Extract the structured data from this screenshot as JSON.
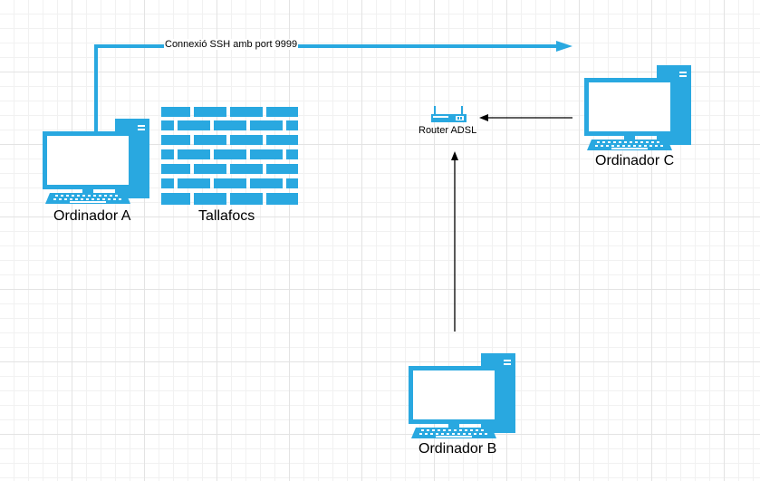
{
  "colors": {
    "accent": "#29a8e0",
    "edge": "#000000"
  },
  "nodes": {
    "computer_a": {
      "label": "Ordinador A",
      "icon": "desktop-computer-icon"
    },
    "firewall": {
      "label": "Tallafocs",
      "icon": "firewall-icon"
    },
    "router": {
      "label": "Router ADSL",
      "icon": "router-icon"
    },
    "computer_c": {
      "label": "Ordinador C",
      "icon": "desktop-computer-icon"
    },
    "computer_b": {
      "label": "Ordinador B",
      "icon": "desktop-computer-icon"
    }
  },
  "edges": {
    "ssh_connection": {
      "label": "Connexió SSH amb port 9999",
      "from": "computer_a",
      "to": "computer_c"
    },
    "c_to_router": {
      "from": "computer_c",
      "to": "router"
    },
    "b_to_router": {
      "from": "computer_b",
      "to": "router"
    }
  }
}
